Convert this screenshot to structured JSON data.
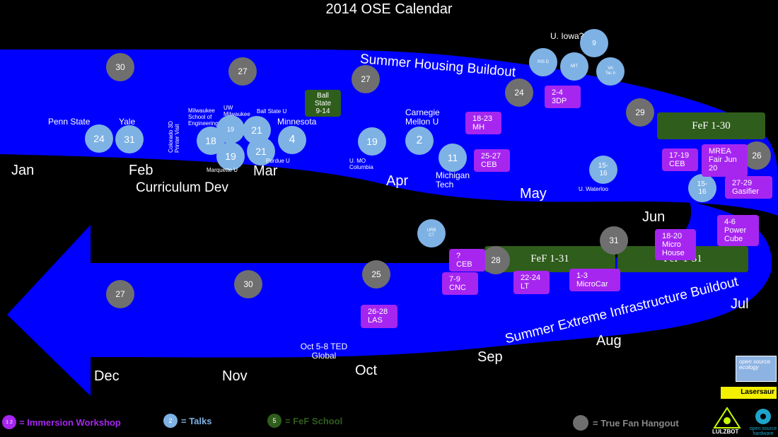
{
  "title": "2014 OSE Calendar",
  "colors": {
    "band": "#0000ff",
    "gray": "#6f6f6f",
    "blue": "#7eb2e4",
    "purple": "#a626f0",
    "green": "#2f5d1c"
  },
  "months": [
    "Jan",
    "Feb",
    "Mar",
    "Apr",
    "May",
    "Jun",
    "Jul",
    "Aug",
    "Sep",
    "Oct",
    "Nov",
    "Dec"
  ],
  "band_labels": {
    "curriculum": "Curriculum Dev",
    "summer_housing": "Summer Housing Buildout",
    "summer_infra": "Summer Extreme Infrastructure Buildout"
  },
  "talks": [
    {
      "text": "24",
      "label": "Penn State"
    },
    {
      "text": "31",
      "label": "Yale"
    },
    {
      "text": "18",
      "label": "Milwaukee School of Engineering"
    },
    {
      "text": "19",
      "label": "UW Milwaukee"
    },
    {
      "text": "19",
      "label": "Marquette U"
    },
    {
      "text": "21",
      "label": "Ball State U"
    },
    {
      "text": "21",
      "label": "Purdue U"
    },
    {
      "text": "4",
      "label": "Minnesota"
    },
    {
      "text": "19",
      "label": "U. MO Columbia"
    },
    {
      "text": "2",
      "label": "Carnegie Mellon U"
    },
    {
      "text": "11",
      "label": "Michigan Tech"
    },
    {
      "text": "15-16",
      "label": "U. Waterloo"
    },
    {
      "text": "15-16",
      "label": ""
    },
    {
      "text": "RIS D",
      "label": ""
    },
    {
      "text": "MIT",
      "label": ""
    },
    {
      "text": "9",
      "label": "U. Iowa?"
    },
    {
      "text": "VA Tec h",
      "label": ""
    },
    {
      "text": "URB C7",
      "label": ""
    }
  ],
  "colorado_label": "Colorado 3D Printer Visit",
  "hangouts": [
    "30",
    "27",
    "27",
    "24",
    "29",
    "26",
    "31",
    "28",
    "25",
    "30",
    "27"
  ],
  "workshops": [
    {
      "l1": "18-23",
      "l2": "MH"
    },
    {
      "l1": "2-4",
      "l2": "3DP"
    },
    {
      "l1": "25-27",
      "l2": "CEB"
    },
    {
      "l1": "17-19",
      "l2": "CEB"
    },
    {
      "l1": "MREA",
      "l2": "Fair Jun",
      "l3": "20"
    },
    {
      "l1": "27-29",
      "l2": "Gasifier"
    },
    {
      "l1": "4-6",
      "l2": "Power",
      "l3": "Cube"
    },
    {
      "l1": "18-20",
      "l2": "Micro",
      "l3": "House"
    },
    {
      "l1": "?",
      "l2": "CEB"
    },
    {
      "l1": "7-9",
      "l2": "CNC"
    },
    {
      "l1": "22-24",
      "l2": "LT"
    },
    {
      "l1": "1-3",
      "l2": "MicroCar"
    },
    {
      "l1": "26-28",
      "l2": "LAS"
    }
  ],
  "fef_schools": [
    {
      "l1": "Ball",
      "l2": "State",
      "l3": "9-14"
    },
    {
      "l1": "FeF 1-30"
    },
    {
      "l1": "FeF 1-31"
    },
    {
      "l1": "FeF 1-31"
    }
  ],
  "ted": {
    "l1": "Oct 5-8 TED",
    "l2": "Global"
  },
  "legend": {
    "workshop": {
      "icon": "1 2",
      "label": "= Immersion Workshop"
    },
    "talks": {
      "icon": "2",
      "label": "= Talks"
    },
    "fef": {
      "icon": "5",
      "label": "= FeF School"
    },
    "hangout": {
      "label": "= True Fan Hangout"
    }
  },
  "logos": {
    "ose": "open source ecology",
    "lasersaur": "Lasersaur",
    "lulzbot": "LULZBOT",
    "osh": "open source hardware"
  }
}
